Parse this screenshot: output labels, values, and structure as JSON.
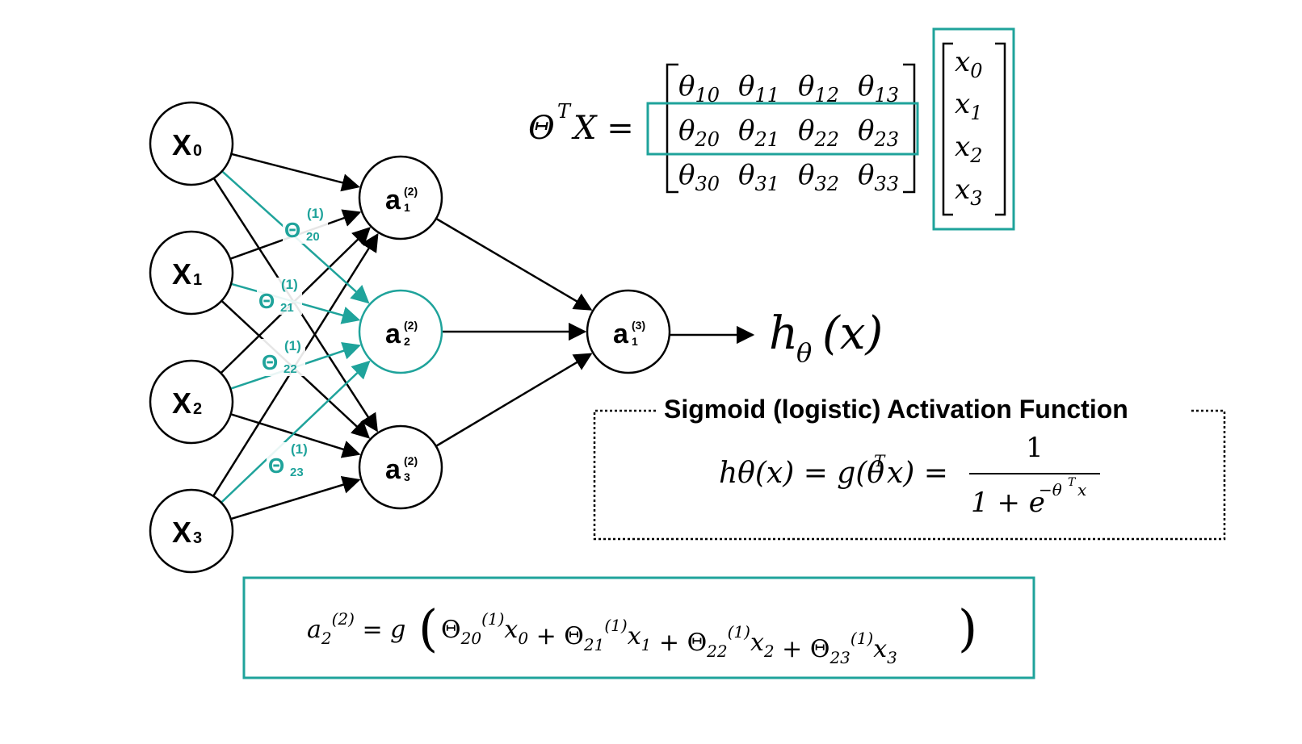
{
  "colors": {
    "accent": "#1fa39b",
    "ink": "#000000",
    "background": "#ffffff"
  },
  "input_nodes": [
    {
      "base": "X",
      "sub": "0"
    },
    {
      "base": "X",
      "sub": "1"
    },
    {
      "base": "X",
      "sub": "2"
    },
    {
      "base": "X",
      "sub": "3"
    }
  ],
  "hidden_nodes": [
    {
      "base": "a",
      "sub": "1",
      "sup": "(2)"
    },
    {
      "base": "a",
      "sub": "2",
      "sup": "(2)"
    },
    {
      "base": "a",
      "sub": "3",
      "sup": "(2)"
    }
  ],
  "output_node": {
    "base": "a",
    "sub": "1",
    "sup": "(3)"
  },
  "weight_labels": [
    {
      "base": "Θ",
      "sub": "20",
      "sup": "(1)"
    },
    {
      "base": "Θ",
      "sub": "21",
      "sup": "(1)"
    },
    {
      "base": "Θ",
      "sub": "22",
      "sup": "(1)"
    },
    {
      "base": "Θ",
      "sub": "23",
      "sup": "(1)"
    }
  ],
  "hypothesis": {
    "base": "h",
    "sub": "θ",
    "arg": "(x)"
  },
  "matrix_equation": {
    "lhs_base": "Θ",
    "lhs_sup": "T",
    "lhs_var": "X =",
    "theta_rows": [
      [
        "θ10",
        "θ11",
        "θ12",
        "θ13"
      ],
      [
        "θ20",
        "θ21",
        "θ22",
        "θ23"
      ],
      [
        "θ30",
        "θ31",
        "θ32",
        "θ33"
      ]
    ],
    "x_vector": [
      "x0",
      "x1",
      "x2",
      "x3"
    ]
  },
  "sigmoid": {
    "title": "Sigmoid (logistic) Activation Function",
    "lhs": "hθ(x) = g(θ",
    "lhs_sup": "T",
    "lhs_tail": "x) =",
    "numerator": "1",
    "denominator": "1 + e",
    "denominator_exp": "−θ",
    "denominator_exp_sup": "T",
    "denominator_exp_tail": "x"
  },
  "activation_formula": {
    "lhs": "a",
    "lhs_sub": "2",
    "lhs_sup": "(2)",
    "eq": "= g",
    "terms": [
      {
        "theta_sub": "20",
        "theta_sup": "(1)",
        "x": "x",
        "x_sub": "0"
      },
      {
        "theta_sub": "21",
        "theta_sup": "(1)",
        "x": "x",
        "x_sub": "1"
      },
      {
        "theta_sub": "22",
        "theta_sup": "(1)",
        "x": "x",
        "x_sub": "2"
      },
      {
        "theta_sub": "23",
        "theta_sup": "(1)",
        "x": "x",
        "x_sub": "3"
      }
    ],
    "plus": "+"
  }
}
